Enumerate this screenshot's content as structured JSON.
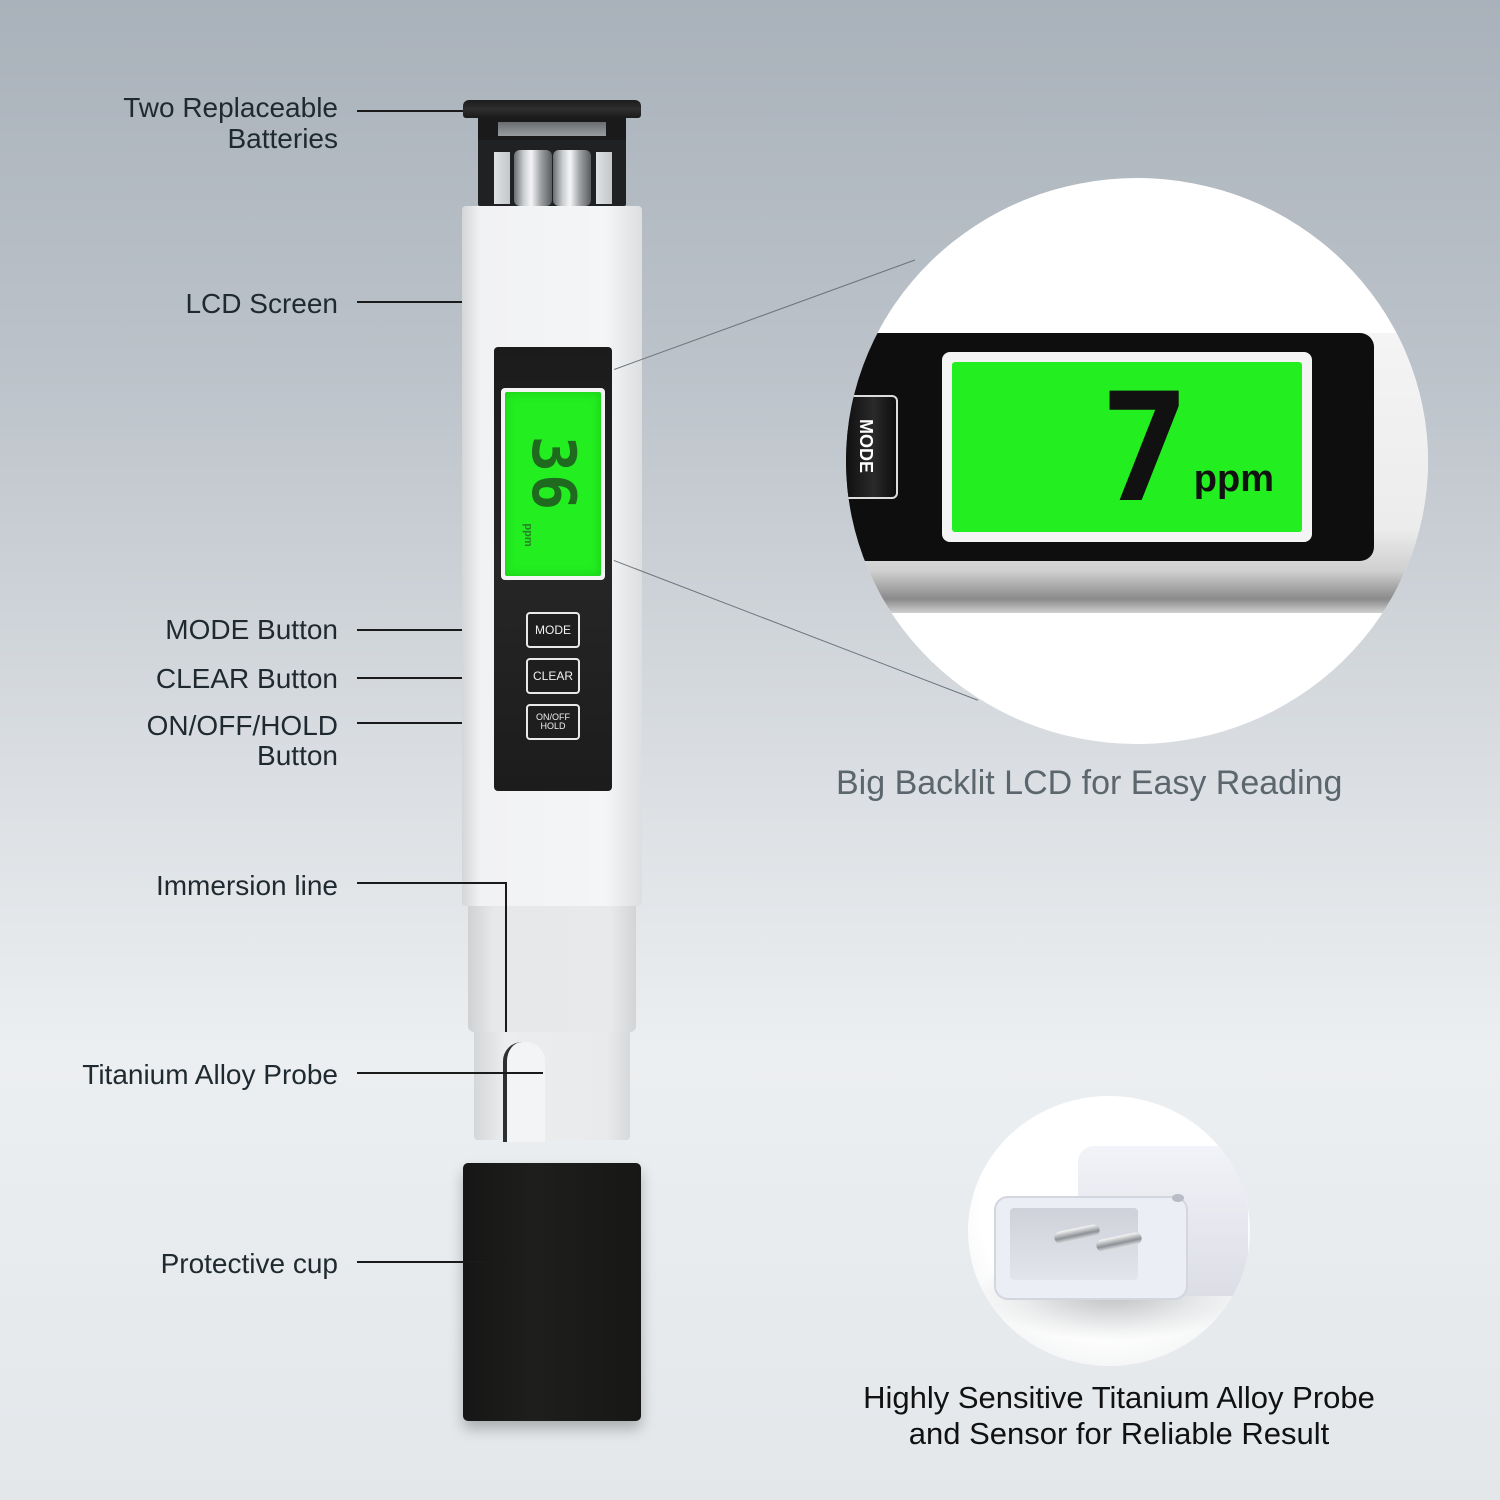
{
  "labels": {
    "batteries": [
      "Two Replaceable",
      "Batteries"
    ],
    "lcd_screen": "LCD Screen",
    "mode_button": "MODE Button",
    "clear_button": "CLEAR Button",
    "onoff_hold_button": [
      "ON/OFF/HOLD",
      "Button"
    ],
    "immersion_line": "Immersion line",
    "titanium_probe": "Titanium Alloy Probe",
    "protective_cup": "Protective cup"
  },
  "device": {
    "lcd_reading": "36",
    "lcd_unit": "ppm",
    "buttons": [
      {
        "label": "MODE"
      },
      {
        "label": "CLEAR"
      },
      {
        "label_lines": [
          "ON/OFF",
          "HOLD"
        ]
      }
    ]
  },
  "zoom_lcd": {
    "reading": "7",
    "unit": "ppm",
    "side_button_label": "MODE",
    "caption": "Big Backlit LCD for Easy Reading"
  },
  "zoom_probe": {
    "caption_line1": "Highly Sensitive Titanium Alloy Probe",
    "caption_line2": "and Sensor for Reliable Result"
  },
  "colors": {
    "lcd_backlight": "#22ee20",
    "device_body": "#f1f2f3",
    "device_panel": "#1e1e1e",
    "cup": "#1a1a18",
    "label_text": "#1f2a30",
    "caption_gray": "#5b666d"
  }
}
